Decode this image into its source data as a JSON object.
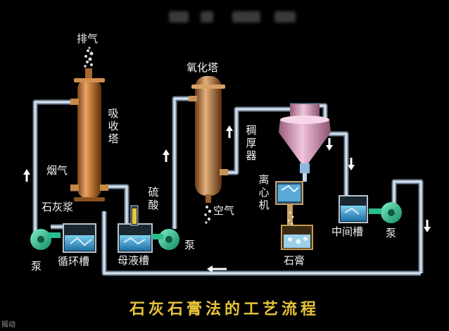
{
  "title": "石灰石膏法的工艺流程",
  "labels": {
    "exhaust": "排气",
    "absorber": "吸收塔",
    "oxidation_tower": "氧化塔",
    "thickener": "稠厚器",
    "flue_gas": "烟气",
    "lime_slurry": "石灰浆",
    "sulfuric_acid": "硫酸",
    "air": "空气",
    "centrifuge": "离心机",
    "pump_1": "泵",
    "circulation_tank": "循环槽",
    "mother_liquor_tank": "母液槽",
    "pump_2": "泵",
    "gypsum": "石膏",
    "intermediate_tank": "中间槽",
    "pump_3": "泵"
  },
  "corner_text": "摇动",
  "colors": {
    "background": "#000000",
    "tower": "#c47c38",
    "pipe": "#aebfd0",
    "pump": "#2bbd8e",
    "tank_liquid": "#3aa6d8",
    "thickener": "#d9a0c0",
    "arrow": "#ffffff",
    "title": "#e8c33a"
  }
}
